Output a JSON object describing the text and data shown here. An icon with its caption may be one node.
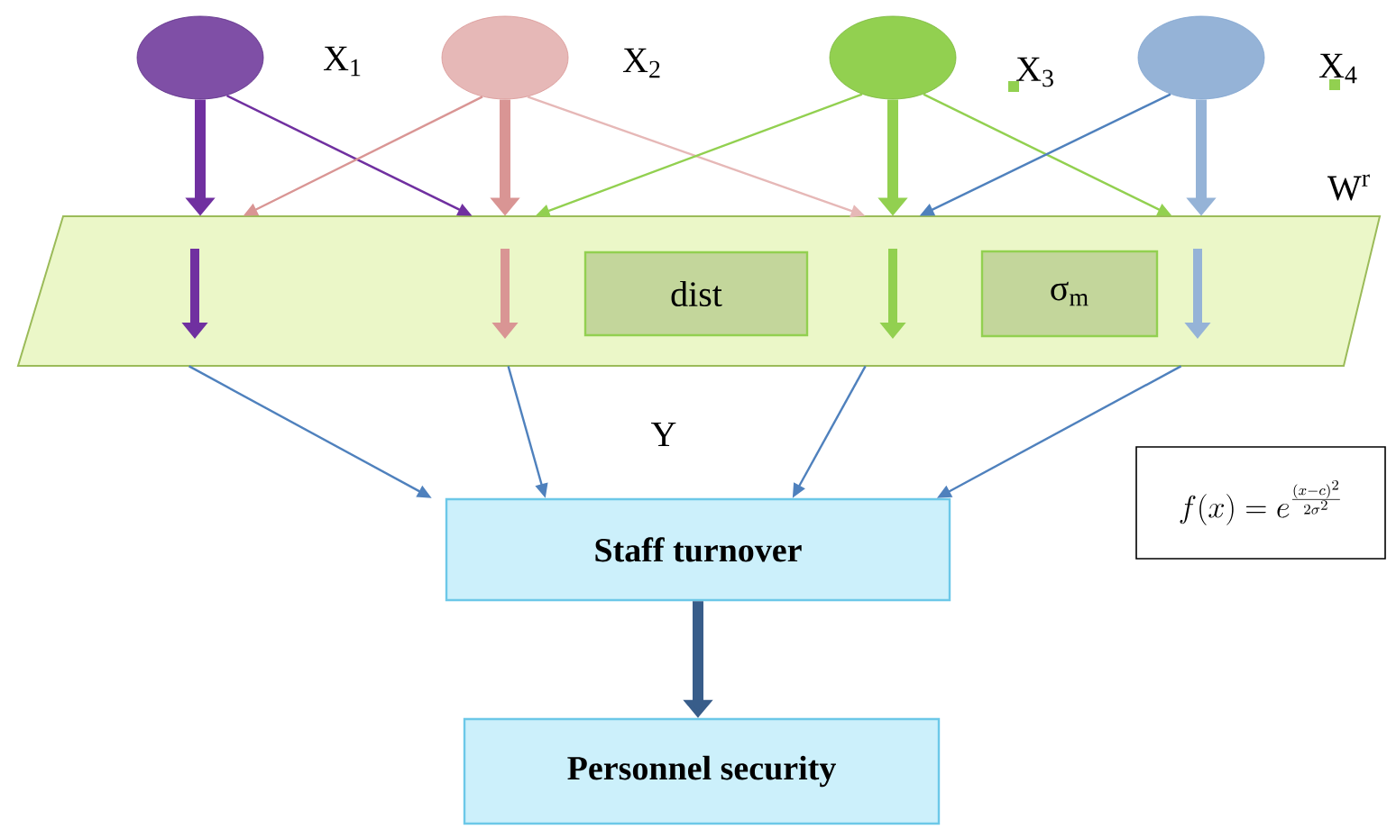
{
  "diagram": {
    "nodes": [
      {
        "text": [],
        "shape": "ellipse",
        "beside": [
          "X$_{1}$"
        ]
      },
      {
        "text": [],
        "shape": "ellipse",
        "beside": [
          "X$_{2}$"
        ]
      },
      {
        "text": [],
        "shape": "ellipse",
        "beside": [
          "X$_{3}$"
        ]
      },
      {
        "text": [],
        "shape": "ellipse",
        "beside": [
          "X$_{4}$"
        ]
      },
      {
        "text": [],
        "shape": "parallelogram"
      },
      {
        "text": [
          "dist"
        ],
        "in": 4
      },
      {
        "text": [
          "σ$_{m}$"
        ],
        "in": 4
      },
      {
        "text": [
          "Staff turnover"
        ]
      },
      {
        "text": [
          "Personnel security"
        ]
      },
      {
        "text": [
          "f(x)=e^{\\frac{(x-c)^{2}}{2\\sigma^{2}}}"
        ]
      }
    ],
    "edges": [
      {
        "from": 0,
        "to": 4,
        "arrow": "to",
        "style": "thick",
        "color": "#7030a0"
      },
      {
        "from": 0,
        "to": 4,
        "arrow": "to",
        "color": "#7030a0"
      },
      {
        "from": 1,
        "to": 4,
        "arrow": "to",
        "color": "#d99594"
      },
      {
        "from": 1,
        "to": 4,
        "arrow": "to",
        "style": "thick",
        "color": "#d99594"
      },
      {
        "from": 1,
        "to": 4,
        "arrow": "to",
        "color": "#e6b8b7"
      },
      {
        "from": 2,
        "to": 4,
        "arrow": "to",
        "color": "#92d050"
      },
      {
        "from": 2,
        "to": 4,
        "arrow": "to",
        "style": "thick",
        "color": "#92d050"
      },
      {
        "from": 2,
        "to": 4,
        "arrow": "to",
        "color": "#92d050"
      },
      {
        "from": 3,
        "to": 4,
        "arrow": "to"
      },
      {
        "from": 3,
        "to": 4,
        "arrow": "to",
        "style": "thick",
        "color": "#95b3d7"
      },
      {
        "from": 4,
        "to": 7,
        "arrow": "to"
      },
      {
        "from": 4,
        "to": 7,
        "arrow": "to"
      },
      {
        "from": 4,
        "to": 7,
        "arrow": "to"
      },
      {
        "from": 4,
        "to": 7,
        "arrow": "to"
      },
      {
        "from": 7,
        "to": 8,
        "arrow": "to",
        "style": "thick",
        "color": "#385d8a"
      }
    ],
    "labels": [
      "W$^{r}$",
      "Y"
    ]
  }
}
